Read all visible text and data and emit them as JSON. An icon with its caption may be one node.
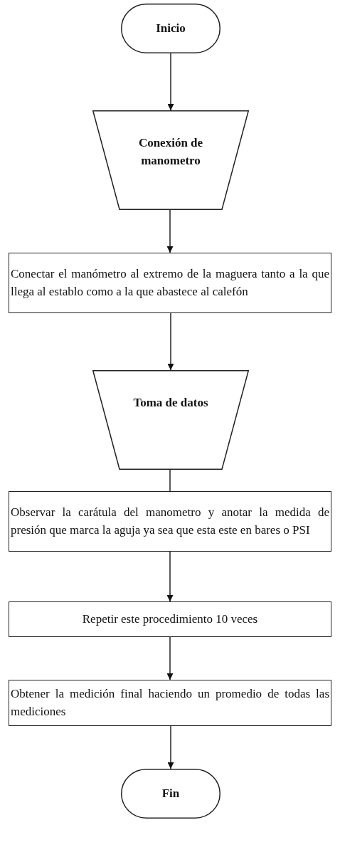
{
  "diagram": {
    "nodes": [
      {
        "text": [
          "Inicio"
        ]
      },
      {
        "text": [
          "Conexión de manometro"
        ]
      },
      {
        "text": [
          "Conectar el manómetro al extremo de la maguera tanto a la que llega al establo como a la que abastece al calefón"
        ]
      },
      {
        "text": [
          "Toma de datos"
        ]
      },
      {
        "text": [
          "Observar la carátula del manometro y anotar la medida de presión que marca la aguja  ya sea que esta este en bares o PSI"
        ]
      },
      {
        "text": [
          "Repetir este procedimiento 10 veces"
        ]
      },
      {
        "text": [
          "Obtener la medición final haciendo un promedio de todas las mediciones"
        ]
      },
      {
        "text": [
          "Fin"
        ]
      }
    ],
    "edges": [
      {
        "from": 0,
        "to": 1,
        "arrow": "to"
      },
      {
        "from": 1,
        "to": 2,
        "arrow": "to"
      },
      {
        "from": 2,
        "to": 3,
        "arrow": "to"
      },
      {
        "from": 3,
        "to": 4,
        "arrow": "none"
      },
      {
        "from": 4,
        "to": 5,
        "arrow": "to"
      },
      {
        "from": 5,
        "to": 6,
        "arrow": "to"
      },
      {
        "from": 6,
        "to": 7,
        "arrow": "to"
      }
    ]
  }
}
